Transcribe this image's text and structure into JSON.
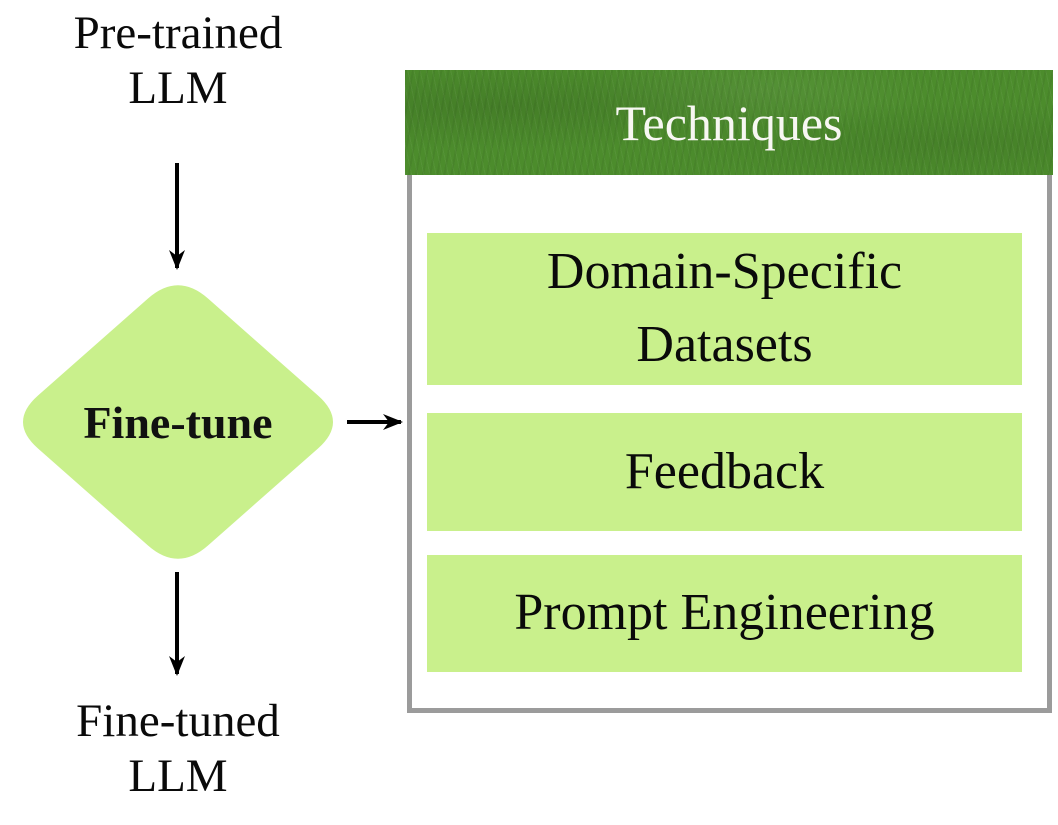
{
  "flow": {
    "source_label": "Pre-trained\nLLM",
    "process_label": "Fine-tune",
    "result_label": "Fine-tuned\nLLM"
  },
  "panel": {
    "title": "Techniques",
    "items": [
      "Domain-Specific\nDatasets",
      "Feedback",
      "Prompt Engineering"
    ]
  },
  "colors": {
    "light_green": "#C9F08C",
    "dark_green": "#4C8C2C",
    "border_gray": "#9B9B9B",
    "arrow_black": "#000000",
    "title_text": "#F7F7F2",
    "body_text": "#0A0A0A"
  }
}
